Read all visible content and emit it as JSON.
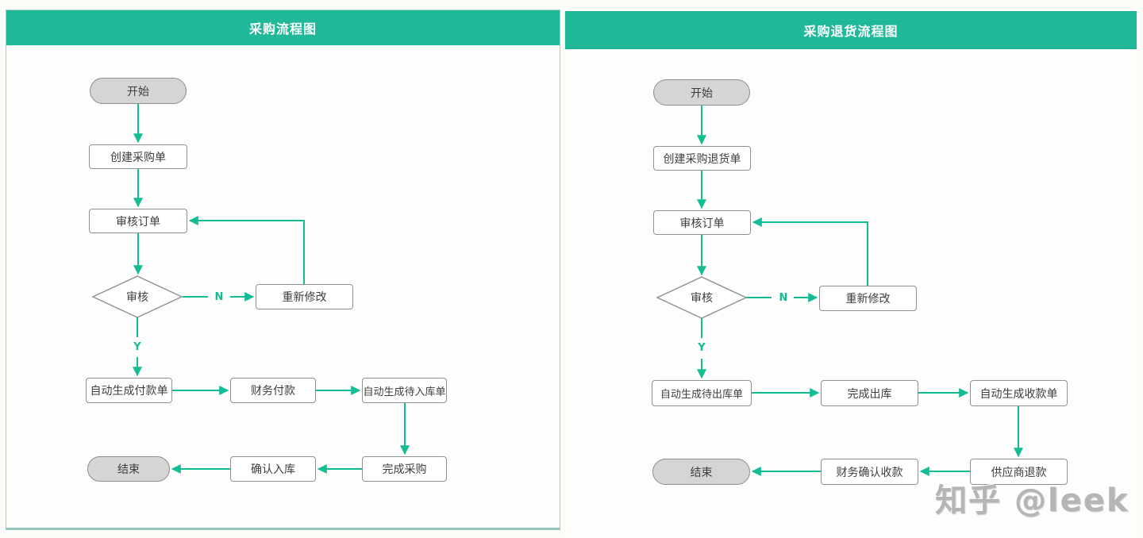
{
  "colors": {
    "header_teal": "#1fb898",
    "arrow_green": "#13bd94",
    "node_border_gray": "#919191",
    "node_text_gray": "#3d3d3d",
    "pill_fill_gray": "#d5d5d5",
    "panel_border_teal": "#a6cec6",
    "watermark_gray": "#b5b5b5"
  },
  "left_chart": {
    "title": "采购流程图",
    "nodes": {
      "start": "开始",
      "create_order": "创建采购单",
      "review_order": "审核订单",
      "review_decision": "审核",
      "branch_no": "N",
      "branch_yes": "Y",
      "modify": "重新修改",
      "gen_payment": "自动生成付款单",
      "finance_pay": "财务付款",
      "gen_inbound": "自动生成待入库单",
      "complete_purchase": "完成采购",
      "confirm_inbound": "确认入库",
      "end": "结束"
    }
  },
  "right_chart": {
    "title": "采购退货流程图",
    "nodes": {
      "start": "开始",
      "create_return": "创建采购退货单",
      "review_order": "审核订单",
      "review_decision": "审核",
      "branch_no": "N",
      "branch_yes": "Y",
      "modify": "重新修改",
      "gen_outbound": "自动生成待出库单",
      "complete_outbound": "完成出库",
      "gen_receipt": "自动生成收款单",
      "supplier_refund": "供应商退款",
      "finance_confirm": "财务确认收款",
      "end": "结束"
    }
  },
  "watermark": "知乎 @leek"
}
